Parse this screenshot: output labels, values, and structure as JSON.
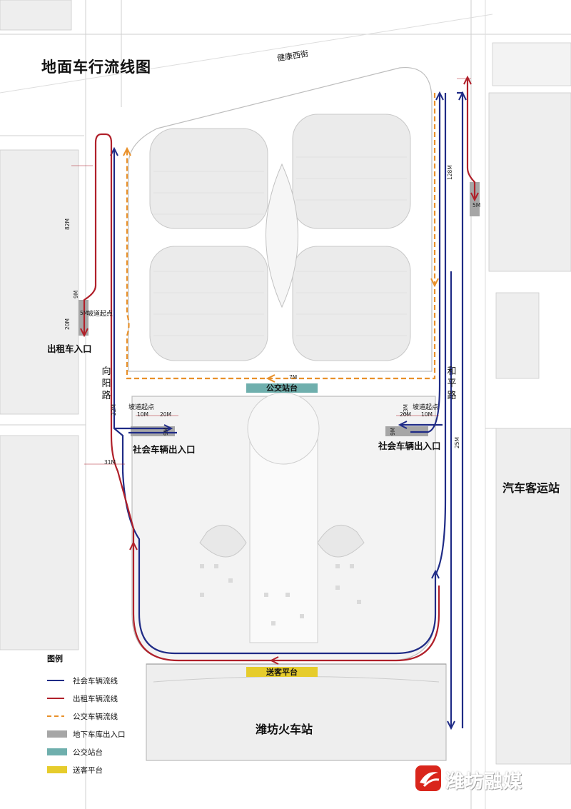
{
  "title": "地面车行流线图",
  "roads": {
    "north": "健康西街",
    "west": "向阳路",
    "east": "和平路"
  },
  "labels": {
    "bus_stop": "公交站台",
    "dropoff": "送客平台",
    "taxi_entrance": "出租车入口",
    "car_entrance_west": "社会车辆出入口",
    "car_entrance_east": "社会车辆出入口",
    "bus_station": "汽车客运站",
    "train_station": "潍坊火车站",
    "ramp_start_west": "坡道起点",
    "ramp_start_taxi": "坡道起点",
    "ramp_start_east": "坡道起点"
  },
  "dimensions": {
    "taxi_82m": "82M",
    "taxi_9m": "9M",
    "taxi_5m": "5M",
    "taxi_20m": "20M",
    "east_128m": "128M",
    "east_5m": "5M",
    "west_10m": "10M",
    "west_20m": "20M",
    "west_9m": "9M",
    "west_22m": "22M",
    "west_31m": "31M",
    "bus_7m": "7M",
    "east_23m": "23M",
    "east_20m": "20M",
    "east_10m": "10M",
    "east_9m": "9M",
    "east_25m": "25M"
  },
  "legend": {
    "title": "图例",
    "items": [
      {
        "label": "社会车辆流线",
        "color": "#1f2b86",
        "kind": "line"
      },
      {
        "label": "出租车辆流线",
        "color": "#b0202a",
        "kind": "line"
      },
      {
        "label": "公交车辆流线",
        "color": "#e8902a",
        "kind": "dashed"
      },
      {
        "label": "地下车库出入口",
        "color": "#a6a6a6",
        "kind": "box"
      },
      {
        "label": "公交站台",
        "color": "#6fafad",
        "kind": "box"
      },
      {
        "label": "送客平台",
        "color": "#e6cc2c",
        "kind": "box"
      }
    ]
  },
  "colors": {
    "social": "#1f2b86",
    "taxi": "#b0202a",
    "bus": "#e8902a",
    "garage": "#a6a6a6",
    "bus_stop": "#6fafad",
    "dropoff": "#e6cc2c",
    "block": "#ececec"
  },
  "watermark": "潍坊融媒"
}
